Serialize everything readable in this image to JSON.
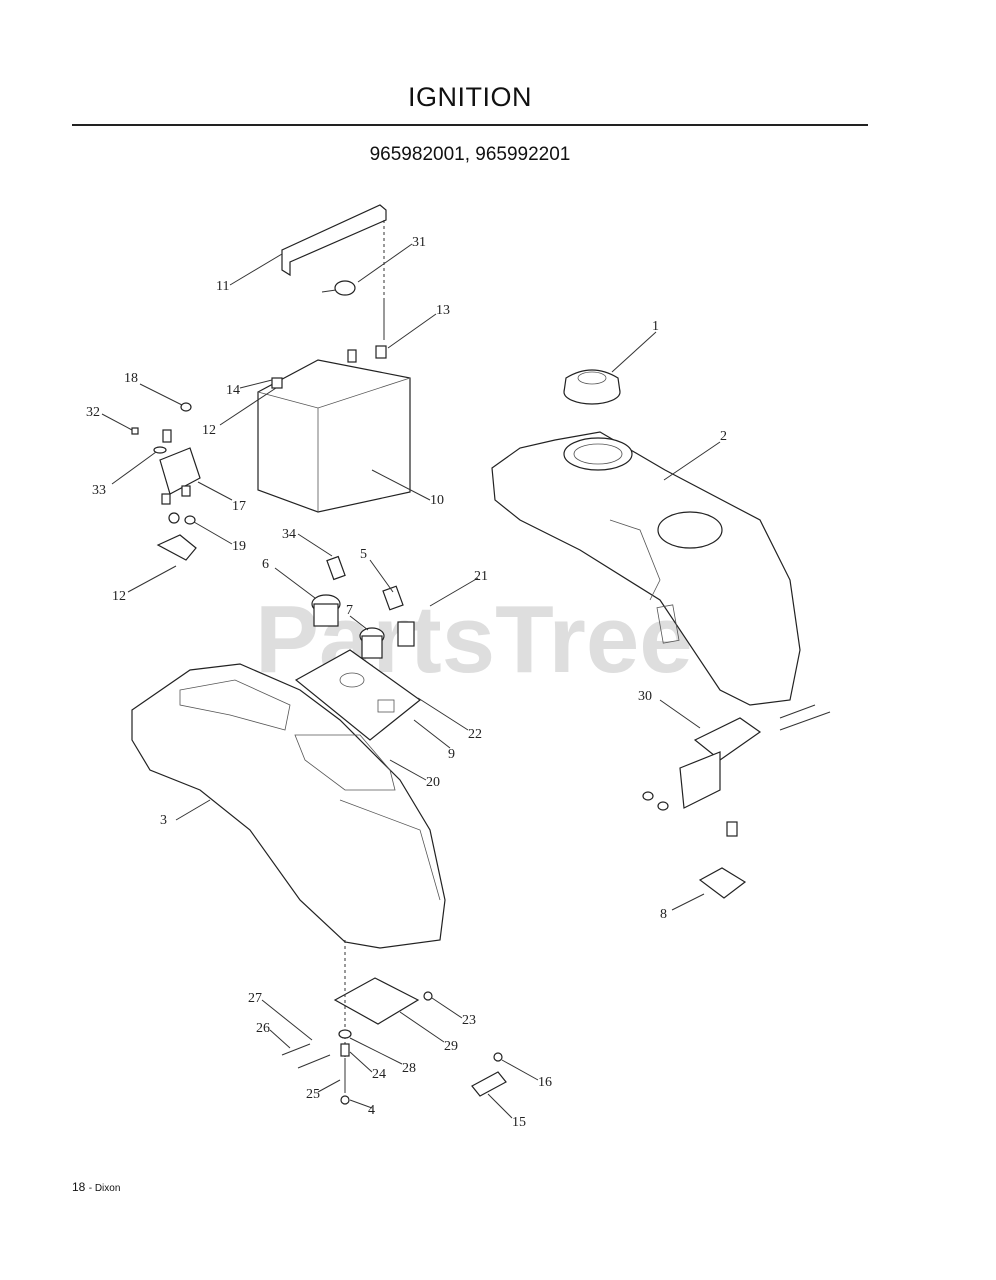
{
  "page": {
    "title": "IGNITION",
    "model_numbers": "965982001, 965992201",
    "footer_page": "18",
    "footer_brand": "Dixon",
    "watermark": "PartsTree"
  },
  "callouts": [
    "1",
    "2",
    "3",
    "4",
    "5",
    "6",
    "7",
    "8",
    "9",
    "10",
    "11",
    "12",
    "12",
    "13",
    "14",
    "15",
    "16",
    "17",
    "18",
    "19",
    "20",
    "21",
    "22",
    "23",
    "24",
    "25",
    "26",
    "27",
    "28",
    "29",
    "30",
    "31",
    "32",
    "33",
    "34"
  ]
}
